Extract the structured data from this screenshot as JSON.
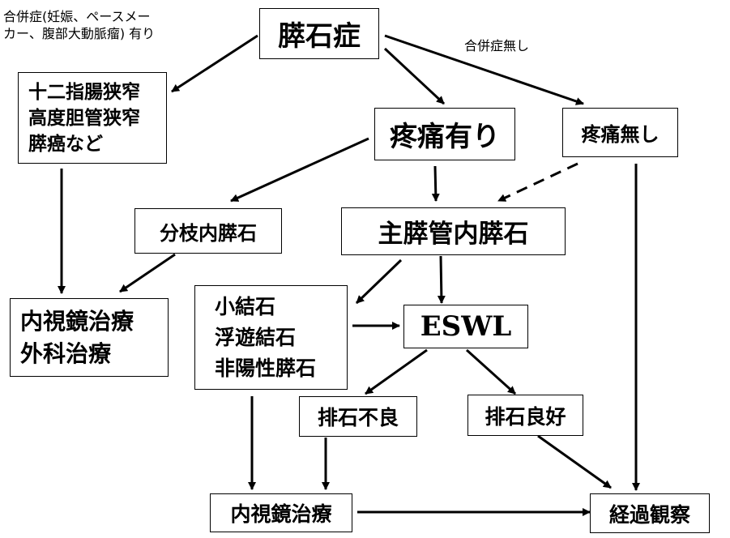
{
  "notes": {
    "complication_present": [
      "合併症(妊娠、ペースメー",
      "カー、腹部大動脈瘤) 有り"
    ],
    "complication_absent": "合併症無し"
  },
  "boxes": {
    "pancreatic_stone": "膵石症",
    "other_disease": [
      "十二指腸狭窄",
      "高度胆管狭窄",
      "膵癌など"
    ],
    "pain_present": "疼痛有り",
    "pain_absent": "疼痛無し",
    "branch_stone": "分枝内膵石",
    "main_duct_stone": "主膵管内膵石",
    "endoscopic_surgical": [
      "内視鏡治療",
      "外科治療"
    ],
    "stone_types": [
      "小結石",
      "浮遊結石",
      "非陽性膵石"
    ],
    "eswl": "ESWL",
    "poor_passage": "排石不良",
    "good_passage": "排石良好",
    "endoscopic": "内視鏡治療",
    "observation": "経過観察"
  }
}
